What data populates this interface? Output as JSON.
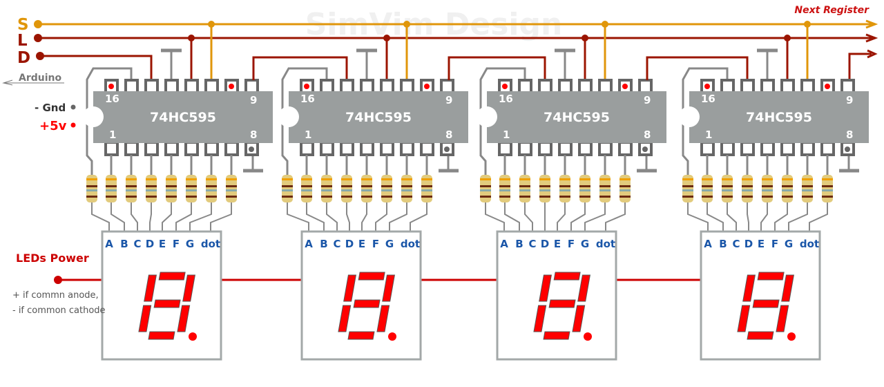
{
  "watermark": "SimVim Design",
  "next_register": "Next Register",
  "signals": {
    "s": "S",
    "l": "L",
    "d": "D"
  },
  "arduino_label": "Arduino",
  "gnd_label": "- Gnd",
  "vcc_label": "+5v",
  "leds_power": {
    "title": "LEDs Power",
    "note1": "+ if commn anode,",
    "note2": "- if common cathode"
  },
  "chip": {
    "name": "74HC595",
    "pin16": "16",
    "pin9": "9",
    "pin1": "1",
    "pin8": "8"
  },
  "display_pins": [
    "A",
    "B",
    "C",
    "D",
    "E",
    "F",
    "G",
    "dot"
  ],
  "module_count": 4,
  "colors": {
    "s": "#e0960a",
    "l": "#9b1400",
    "d": "#9b1400",
    "led": "#cc0000",
    "chip": "#9a9e9e",
    "pin": "#666666",
    "label": "#1a56a8",
    "segment": "#ff0000"
  }
}
